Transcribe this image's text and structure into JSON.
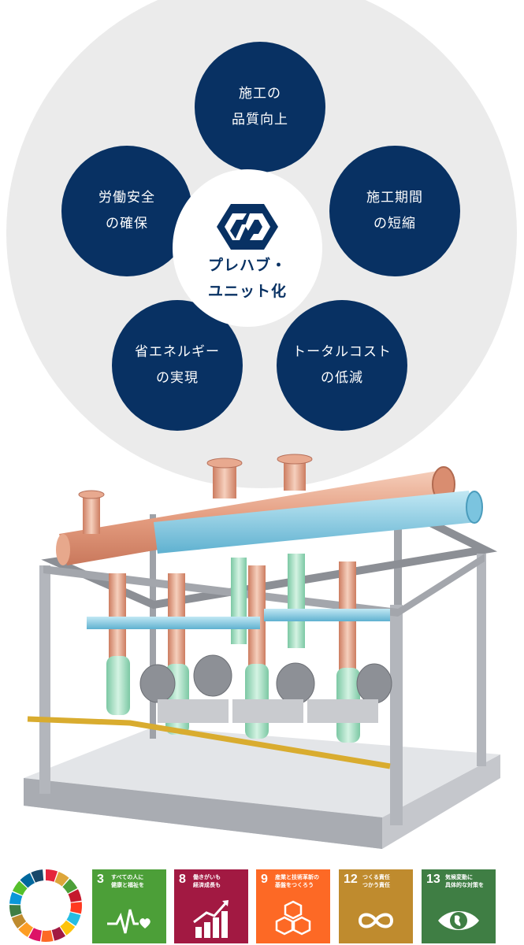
{
  "center": {
    "line1": "プレハブ・",
    "line2": "ユニット化",
    "logo_icon": "company-logo-icon"
  },
  "benefits": [
    {
      "line1": "施工の",
      "line2": "品質向上"
    },
    {
      "line1": "施工期間",
      "line2": "の短縮"
    },
    {
      "line1": "トータルコスト",
      "line2": "の低減"
    },
    {
      "line1": "省エネルギー",
      "line2": "の実現"
    },
    {
      "line1": "労働安全",
      "line2": "の確保"
    }
  ],
  "colors": {
    "navy": "#083163",
    "circle_bg": "#ebebeb",
    "pipe": "#e8a98f",
    "green_pipe": "#a8e2c6",
    "blue_pipe": "#8dc9e1"
  },
  "sdgs": [
    {
      "num": "3",
      "title": "すべての人に\n健康と福祉を",
      "color": "#4c9f38",
      "icon": "heartbeat-icon"
    },
    {
      "num": "8",
      "title": "働きがいも\n経済成長も",
      "color": "#a21942",
      "icon": "growth-chart-icon"
    },
    {
      "num": "9",
      "title": "産業と技術革新の\n基盤をつくろう",
      "color": "#fd6925",
      "icon": "cubes-icon"
    },
    {
      "num": "12",
      "title": "つくる責任\nつかう責任",
      "color": "#bf8b2e",
      "icon": "infinity-icon"
    },
    {
      "num": "13",
      "title": "気候変動に\n具体的な対策を",
      "color": "#3f7e44",
      "icon": "eye-globe-icon"
    }
  ]
}
